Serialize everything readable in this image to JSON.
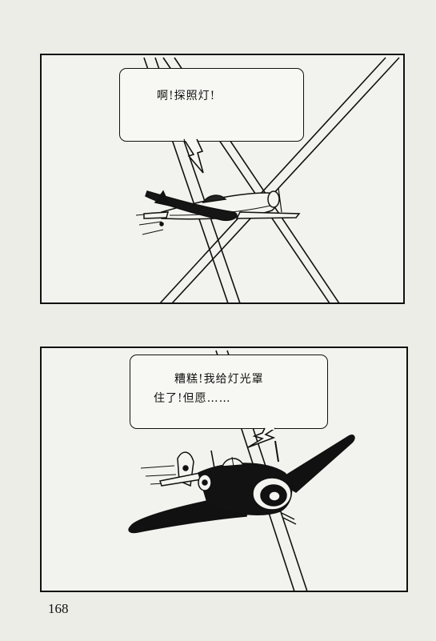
{
  "page_number": "168",
  "panels": [
    {
      "speech": [
        "啊!探照灯!"
      ],
      "illustration": "searchlight-beams-plane"
    },
    {
      "speech": [
        "糟糕!我给灯光罩",
        "住了!但愿……"
      ],
      "illustration": "caught-plane"
    }
  ],
  "colors": {
    "ink": "#111111",
    "paper": "#f2f2ee"
  }
}
